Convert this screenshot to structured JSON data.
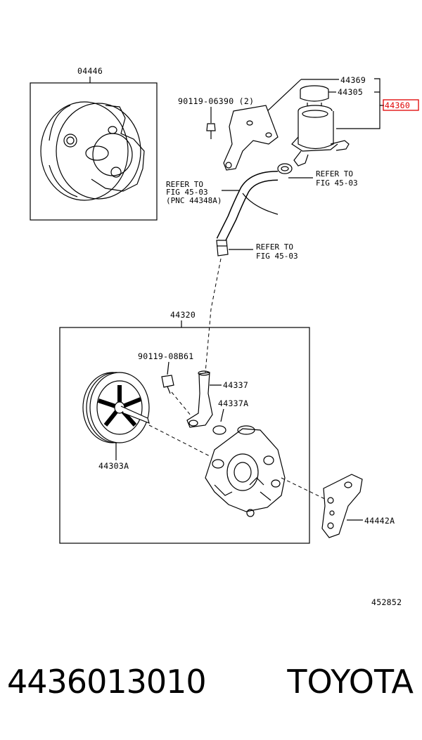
{
  "diagram": {
    "labels": {
      "kit_04446": "04446",
      "p_44369": "44369",
      "p_44305": "44305",
      "p_44360": "44360",
      "bolt_90119_06390": "90119-06390 (2)",
      "refer_hose_line1": "REFER TO",
      "refer_hose_line2": "FIG 45-03",
      "refer_hose_line3": "(PNC 44348A)",
      "refer_clamp_line1": "REFER TO",
      "refer_clamp_line2": "FIG 45-03",
      "refer_union_line1": "REFER TO",
      "refer_union_line2": "FIG 45-03",
      "assy_44320": "44320",
      "bolt_90119_08b61": "90119-08B61",
      "p_44337": "44337",
      "p_44337a": "44337A",
      "pulley_44303a": "44303A",
      "bracket_44442a": "44442A",
      "illustration_no": "452852"
    },
    "highlight_color": "#e00000"
  },
  "footer": {
    "part_number": "4436013010",
    "brand": "TOYOTA"
  }
}
